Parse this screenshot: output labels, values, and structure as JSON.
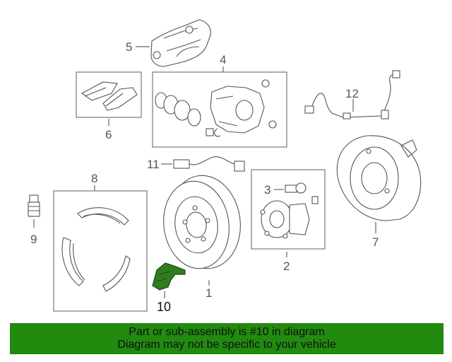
{
  "callouts": {
    "c1": "1",
    "c2": "2",
    "c3": "3",
    "c4": "4",
    "c5": "5",
    "c6": "6",
    "c7": "7",
    "c8": "8",
    "c9": "9",
    "c10": "10",
    "c11": "11",
    "c12": "12"
  },
  "banner": {
    "line1": "Part or sub-assembly is #10 in diagram",
    "line2": "Diagram may not be specific to your vehicle"
  },
  "colors": {
    "highlight": "#2f7d1e",
    "banner": "#218a0f"
  }
}
